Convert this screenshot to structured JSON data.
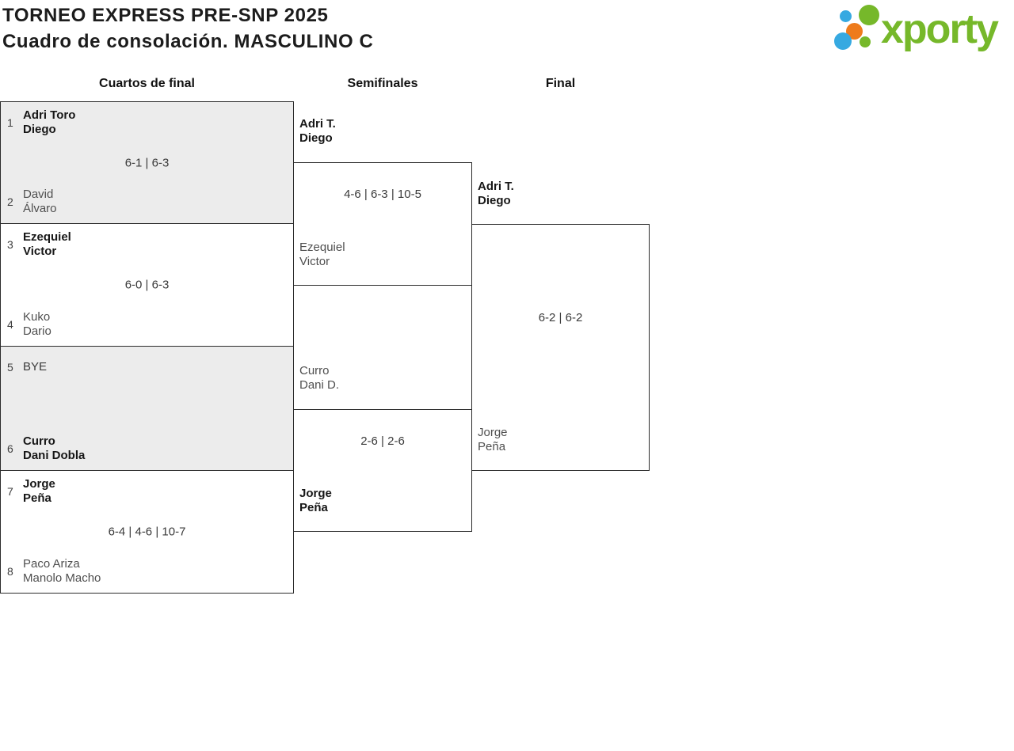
{
  "header": {
    "title_line1": "TORNEO EXPRESS PRE-SNP 2025",
    "title_line2": "Cuadro de consolación. MASCULINO C"
  },
  "logo": {
    "text": "xporty"
  },
  "colors": {
    "accent_green": "#76b82a",
    "accent_orange": "#ee7b1c",
    "accent_blue": "#36a9e1",
    "box_shaded": "#ececec",
    "border": "#2b2b2b",
    "winner_text": "#171717",
    "loser_text": "#4f4f4f"
  },
  "rounds": [
    {
      "label": "Cuartos de final",
      "matches": [
        {
          "seed_a": "1",
          "team_a_line1": "Adri Toro",
          "team_a_line2": "Diego",
          "score": "6-1 | 6-3",
          "seed_b": "2",
          "team_b_line1": "David",
          "team_b_line2": "Álvaro",
          "winner": "team_a"
        },
        {
          "seed_a": "3",
          "team_a_line1": "Ezequiel",
          "team_a_line2": "Victor",
          "score": "6-0 | 6-3",
          "seed_b": "4",
          "team_b_line1": "Kuko",
          "team_b_line2": "Dario",
          "winner": "team_a"
        },
        {
          "seed_a": "5",
          "team_a_line1": "BYE",
          "team_a_line2": "",
          "score": "",
          "seed_b": "6",
          "team_b_line1": "Curro",
          "team_b_line2": "Dani Dobla",
          "winner": "team_b"
        },
        {
          "seed_a": "7",
          "team_a_line1": "Jorge",
          "team_a_line2": "Peña",
          "score": "6-4 | 4-6 | 10-7",
          "seed_b": "8",
          "team_b_line1": "Paco Ariza",
          "team_b_line2": "Manolo Macho",
          "winner": "team_a"
        }
      ]
    },
    {
      "label": "Semifinales",
      "matches": [
        {
          "team_a_line1": "Adri T.",
          "team_a_line2": "Diego",
          "score": "4-6 | 6-3 | 10-5",
          "team_b_line1": "Ezequiel",
          "team_b_line2": "Victor",
          "winner": "team_a"
        },
        {
          "team_a_line1": "Curro",
          "team_a_line2": "Dani D.",
          "score": "2-6 | 2-6",
          "team_b_line1": "Jorge",
          "team_b_line2": "Peña",
          "winner": "team_b"
        }
      ]
    },
    {
      "label": "Final",
      "matches": [
        {
          "team_a_line1": "Adri T.",
          "team_a_line2": "Diego",
          "score": "6-2 | 6-2",
          "team_b_line1": "Jorge",
          "team_b_line2": "Peña",
          "winner": "team_a"
        }
      ]
    }
  ]
}
